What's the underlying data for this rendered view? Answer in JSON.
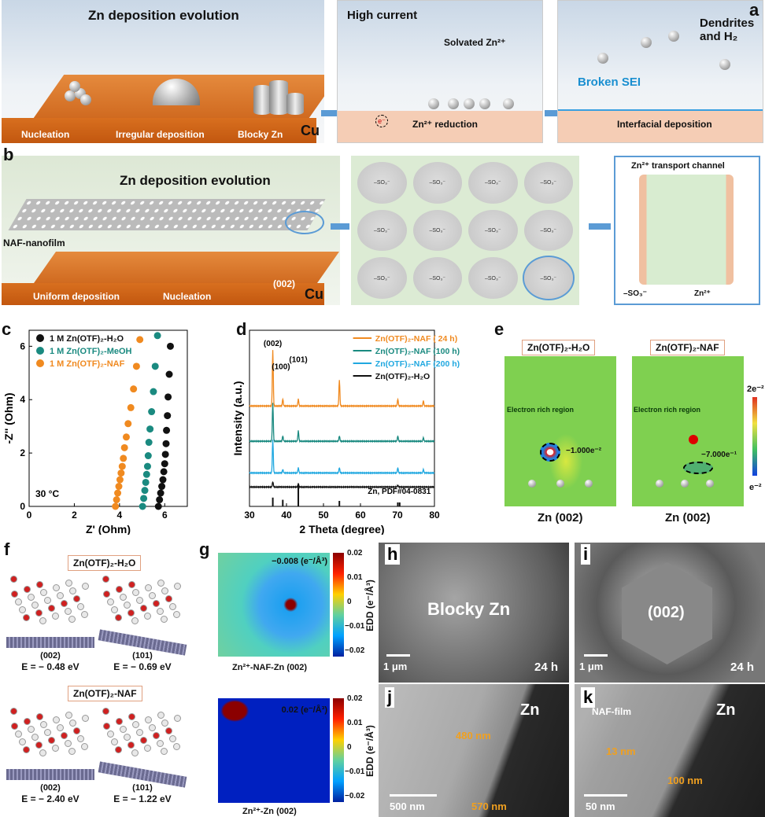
{
  "labels": {
    "a": "a",
    "b": "b",
    "c": "c",
    "d": "d",
    "e": "e",
    "f": "f",
    "g": "g",
    "h": "h",
    "i": "i",
    "j": "j",
    "k": "k"
  },
  "panel_a": {
    "title": "Zn deposition evolution",
    "nucleation": "Nucleation",
    "irregular": "Irregular deposition",
    "blocky": "Blocky Zn",
    "cu": "Cu",
    "high_current": "High current",
    "solvated": "Solvated Zn²⁺",
    "reduction": "Zn²⁺ reduction",
    "electron": "e⁻",
    "dendrites": "Dendrites and H₂",
    "broken_sei": "Broken SEI",
    "interfacial": "Interfacial deposition"
  },
  "panel_b": {
    "title": "Zn deposition evolution",
    "film": "NAF-nanofilm",
    "uniform": "Uniform deposition",
    "nucleation": "Nucleation",
    "facet": "(002)",
    "cu": "Cu",
    "unit_label": "–SO₃⁻",
    "channel": "Zn²⁺ transport channel",
    "legend_so3": "–SO₃⁻",
    "legend_zn": "Zn²⁺"
  },
  "chart_c": {
    "type": "scatter",
    "xlabel": "Z' (Ohm)",
    "ylabel": "-Z'' (Ohm)",
    "xlim": [
      0,
      7
    ],
    "ylim": [
      0,
      6.6
    ],
    "xticks": [
      "0",
      "2",
      "4",
      "6"
    ],
    "yticks": [
      "0",
      "2",
      "4",
      "6"
    ],
    "annotation": "30 °C",
    "series": [
      {
        "name": "1 M Zn(OTF)₂-H₂O",
        "color": "#111111",
        "points": [
          [
            5.72,
            0
          ],
          [
            5.77,
            0.25
          ],
          [
            5.82,
            0.5
          ],
          [
            5.87,
            0.75
          ],
          [
            5.92,
            1.0
          ],
          [
            5.96,
            1.3
          ],
          [
            6.0,
            1.6
          ],
          [
            6.03,
            1.95
          ],
          [
            6.06,
            2.35
          ],
          [
            6.08,
            2.85
          ],
          [
            6.12,
            3.4
          ],
          [
            6.15,
            4.1
          ],
          [
            6.2,
            4.95
          ],
          [
            6.25,
            6.0
          ]
        ]
      },
      {
        "name": "1 M Zn(OTF)₂-MeOH",
        "color": "#1a8a80",
        "points": [
          [
            5.02,
            0
          ],
          [
            5.07,
            0.3
          ],
          [
            5.12,
            0.6
          ],
          [
            5.16,
            0.9
          ],
          [
            5.2,
            1.2
          ],
          [
            5.24,
            1.5
          ],
          [
            5.27,
            1.9
          ],
          [
            5.3,
            2.4
          ],
          [
            5.35,
            2.9
          ],
          [
            5.42,
            3.55
          ],
          [
            5.5,
            4.3
          ],
          [
            5.58,
            5.25
          ],
          [
            5.68,
            6.4
          ]
        ]
      },
      {
        "name": "1 M Zn(OTF)₂-NAF",
        "color": "#f08a20",
        "points": [
          [
            3.82,
            0
          ],
          [
            3.87,
            0.25
          ],
          [
            3.92,
            0.5
          ],
          [
            3.97,
            0.75
          ],
          [
            4.02,
            1.0
          ],
          [
            4.07,
            1.25
          ],
          [
            4.12,
            1.5
          ],
          [
            4.17,
            1.8
          ],
          [
            4.22,
            2.2
          ],
          [
            4.3,
            2.6
          ],
          [
            4.38,
            3.1
          ],
          [
            4.5,
            3.7
          ],
          [
            4.62,
            4.4
          ],
          [
            4.75,
            5.25
          ],
          [
            4.9,
            6.25
          ]
        ]
      }
    ]
  },
  "chart_d": {
    "type": "line",
    "xlabel": "2 Theta (degree)",
    "ylabel": "Intensity (a.u.)",
    "xlim": [
      30,
      80
    ],
    "xticks": [
      "30",
      "40",
      "50",
      "60",
      "70",
      "80"
    ],
    "peak_labels": [
      "(002)",
      "(100)",
      "(101)"
    ],
    "reference": "Zn, PDF#04-0831",
    "reference_peaks": [
      [
        36.3,
        40
      ],
      [
        39.0,
        30
      ],
      [
        43.2,
        100
      ],
      [
        54.3,
        25
      ],
      [
        70.1,
        18
      ],
      [
        70.6,
        18
      ]
    ],
    "series": [
      {
        "name": "Zn(OTF)₂-NAF ( 24  h)",
        "color": "#f08a20",
        "baseline": 57,
        "peaks": [
          [
            36.3,
            32
          ],
          [
            39.0,
            4
          ],
          [
            43.2,
            4
          ],
          [
            54.3,
            15
          ],
          [
            70.1,
            4
          ],
          [
            77.0,
            3
          ]
        ]
      },
      {
        "name": "Zn(OTF)₂-NAF (100 h)",
        "color": "#1a8a80",
        "baseline": 37,
        "peaks": [
          [
            36.3,
            22
          ],
          [
            39.0,
            3
          ],
          [
            43.2,
            6
          ],
          [
            54.3,
            3
          ],
          [
            70.1,
            3
          ],
          [
            77.0,
            2
          ]
        ]
      },
      {
        "name": "Zn(OTF)₂-NAF (200 h)",
        "color": "#20a8e0",
        "baseline": 19,
        "peaks": [
          [
            36.3,
            19
          ],
          [
            39.0,
            2
          ],
          [
            43.2,
            3
          ],
          [
            54.3,
            3
          ],
          [
            70.1,
            3
          ],
          [
            77.0,
            2
          ]
        ]
      },
      {
        "name": "Zn(OTF)₂-H₂O",
        "color": "#111111",
        "baseline": 11,
        "peaks": [
          [
            36.3,
            3
          ],
          [
            43.2,
            2
          ],
          [
            70.1,
            1
          ]
        ]
      }
    ]
  },
  "panel_e": {
    "title_left": "Zn(OTF)₂-H₂O",
    "title_right": "Zn(OTF)₂-NAF",
    "region": "Electron rich region",
    "value_left": "−1.000e⁻²",
    "value_right": "−7.000e⁻¹",
    "bottom": "Zn (002)",
    "cbar_max": "2e⁻²",
    "cbar_min": "e⁻²"
  },
  "panel_f": {
    "box_top": "Zn(OTF)₂-H₂O",
    "box_bottom": "Zn(OTF)₂-NAF",
    "items": [
      {
        "facet": "(002)",
        "energy": "E = − 0.48 eV"
      },
      {
        "facet": "(101)",
        "energy": "E = − 0.69 eV"
      },
      {
        "facet": "(002)",
        "energy": "E = − 2.40 eV"
      },
      {
        "facet": "(101)",
        "energy": "E = − 1.22 eV"
      }
    ]
  },
  "panel_g": {
    "top_value": "−0.008 (e⁻/Å³)",
    "top_caption": "Zn²⁺-NAF-Zn (002)",
    "bottom_value": "0.02 (e⁻/Å³)",
    "bottom_caption": "Zn²⁺-Zn (002)",
    "cbar_label": "EDD (e⁻/Å³)",
    "cbar_ticks": [
      "0.02",
      "0.01",
      "0",
      "−0.01",
      "−0.02"
    ]
  },
  "panel_h": {
    "label": "Blocky Zn",
    "scale": "1 μm",
    "time": "24 h"
  },
  "panel_i": {
    "label": "(002)",
    "scale": "1 μm",
    "time": "24 h"
  },
  "panel_j": {
    "zn": "Zn",
    "d1": "480 nm",
    "d2": "570 nm",
    "scale": "500 nm"
  },
  "panel_k": {
    "zn": "Zn",
    "film": "NAF-film",
    "d1": "13 nm",
    "d2": "100 nm",
    "scale": "50 nm"
  }
}
